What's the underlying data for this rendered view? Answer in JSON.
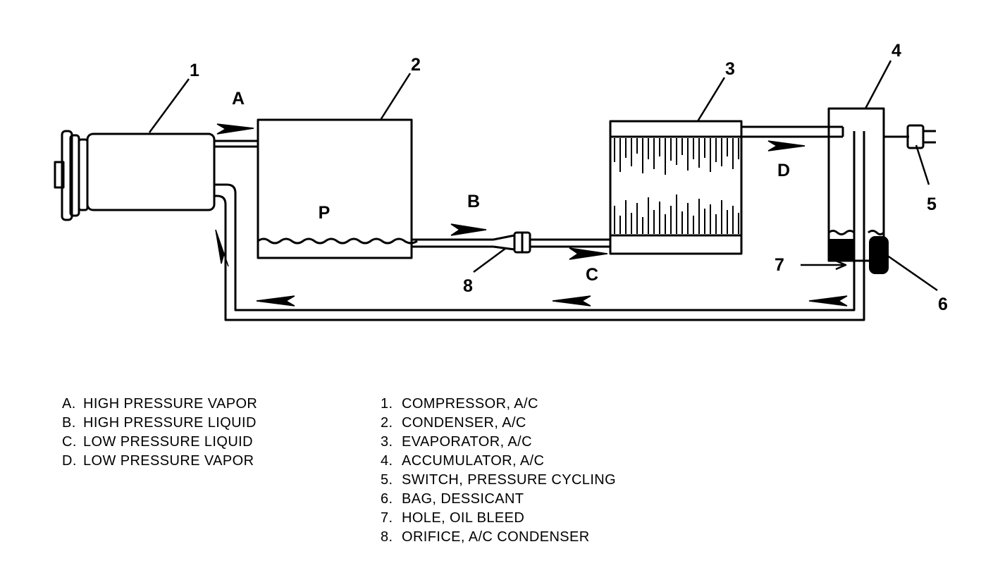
{
  "diagram": {
    "callouts": {
      "n1": "1",
      "n2": "2",
      "n3": "3",
      "n4": "4",
      "n5": "5",
      "n6": "6",
      "n7": "7",
      "n8": "8"
    },
    "flow_labels": {
      "a": "A",
      "b": "B",
      "c": "C",
      "d": "D"
    },
    "pressure_label": "P"
  },
  "legend_flow": [
    {
      "key": "A.",
      "text": "HIGH PRESSURE VAPOR"
    },
    {
      "key": "B.",
      "text": "HIGH PRESSURE LIQUID"
    },
    {
      "key": "C.",
      "text": "LOW PRESSURE LIQUID"
    },
    {
      "key": "D.",
      "text": "LOW PRESSURE VAPOR"
    }
  ],
  "legend_parts": [
    {
      "key": "1.",
      "text": "COMPRESSOR, A/C"
    },
    {
      "key": "2.",
      "text": "CONDENSER, A/C"
    },
    {
      "key": "3.",
      "text": "EVAPORATOR, A/C"
    },
    {
      "key": "4.",
      "text": "ACCUMULATOR, A/C"
    },
    {
      "key": "5.",
      "text": "SWITCH, PRESSURE CYCLING"
    },
    {
      "key": "6.",
      "text": "BAG, DESSICANT"
    },
    {
      "key": "7.",
      "text": "HOLE, OIL BLEED"
    },
    {
      "key": "8.",
      "text": "ORIFICE, A/C CONDENSER"
    }
  ]
}
